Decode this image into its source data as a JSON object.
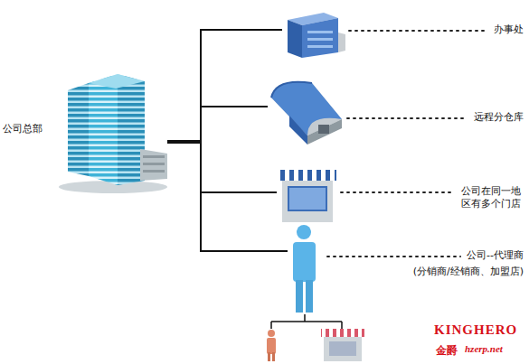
{
  "diagram": {
    "nodes": [
      {
        "text": [
          "公司总部"
        ]
      },
      {
        "text": [
          "办事处"
        ]
      },
      {
        "text": [
          "远程分仓库"
        ]
      },
      {
        "text": [
          "公司在同一地 区有多个门店"
        ]
      },
      {
        "text": [
          "公司--代理商",
          "(分销商/经销商、加盟店)"
        ]
      }
    ],
    "edges": [
      {
        "from": 0,
        "to": 1,
        "arrow": "none"
      },
      {
        "from": 0,
        "to": 2,
        "arrow": "none"
      },
      {
        "from": 0,
        "to": 3,
        "arrow": "none"
      },
      {
        "from": 0,
        "to": 4,
        "arrow": "none"
      }
    ],
    "labels": [
      "KINGHERO",
      "金爵",
      "hzerp.net"
    ]
  }
}
